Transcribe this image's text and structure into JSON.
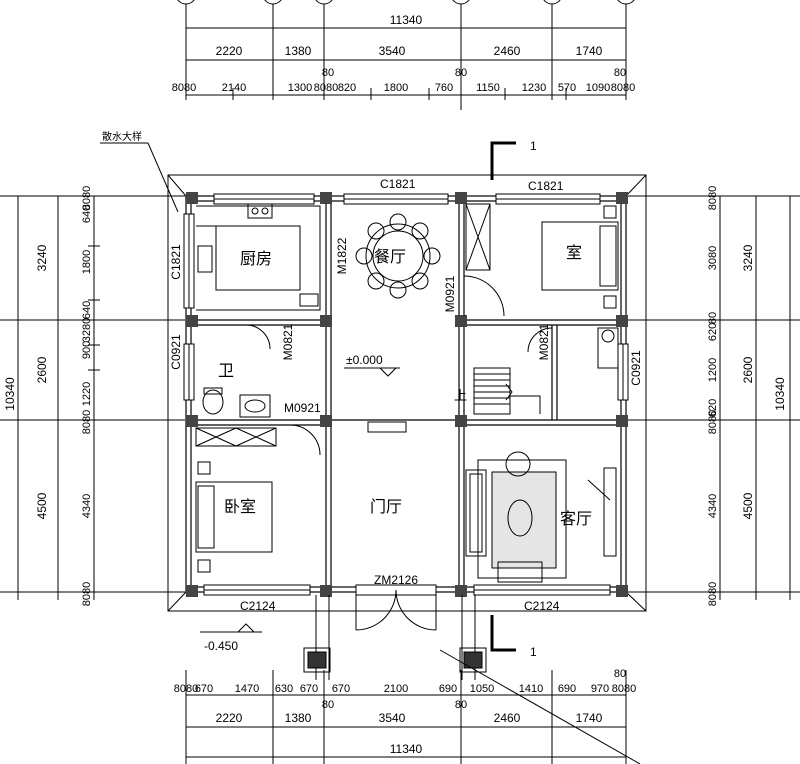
{
  "plan": {
    "top_overall": "11340",
    "top_row2": [
      "2220",
      "1380",
      "3540",
      "2460",
      "1740"
    ],
    "top_row3": [
      "8080",
      "2140",
      "1300",
      "8080",
      "820",
      "1800",
      "760",
      "1150",
      "1230",
      "570",
      "1090",
      "8080"
    ],
    "top_small_80": [
      "80",
      "80",
      "80"
    ],
    "bottom_overall": "11340",
    "bottom_row2": [
      "2220",
      "1380",
      "3540",
      "2460",
      "1740"
    ],
    "bottom_row1": [
      "8080",
      "670",
      "1470",
      "630",
      "670",
      "670",
      "2100",
      "690",
      "1050",
      "1410",
      "690",
      "970",
      "8080"
    ],
    "bottom_small_80": [
      "80",
      "80",
      "80"
    ],
    "left_overall": "10340",
    "left_row2": [
      "3240",
      "2600",
      "4500"
    ],
    "left_row3": [
      "8080",
      "640",
      "1800",
      "640",
      "3280",
      "900",
      "1220",
      "8080",
      "4340",
      "8080"
    ],
    "right_overall": "10340",
    "right_row2": [
      "3240",
      "2600",
      "4500"
    ],
    "right_row3": [
      "8080",
      "3080",
      "80",
      "620",
      "1200",
      "620",
      "8080",
      "4340",
      "8080"
    ],
    "label_scatter": "散水大样",
    "section_mark": "1",
    "rooms": {
      "kitchen": "厨房",
      "dining": "餐厅",
      "bedroom_ne": "室",
      "bath": "卫",
      "bedroom_sw": "卧室",
      "hall": "门厅",
      "living": "客厅",
      "stair_up": "上"
    },
    "codes": {
      "c1821_a": "C1821",
      "c1821_b": "C1821",
      "c1821_c": "C1821",
      "m1822": "M1822",
      "m0921_a": "M0921",
      "m0821_a": "M0821",
      "m0821_b": "M0821",
      "c0921_a": "C0921",
      "c0921_b": "C0921",
      "m0921_b": "M0921",
      "c2124_a": "C2124",
      "c2124_b": "C2124",
      "zm2126": "ZM2126"
    },
    "levels": {
      "floor": "±0.000",
      "outside": "-0.450"
    }
  }
}
